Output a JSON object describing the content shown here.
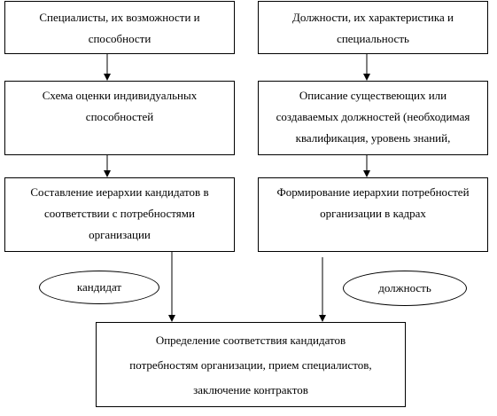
{
  "boxes": {
    "specialists": {
      "lines": [
        "Специалисты, их возможности и",
        "способности"
      ]
    },
    "positions": {
      "lines": [
        "Должности, их характеристика и",
        "специальность"
      ]
    },
    "assessment_scheme": {
      "lines": [
        "Схема оценки индивидуальных",
        "способностей"
      ]
    },
    "positions_description": {
      "lines": [
        "Описание существеющих или",
        "создаваемых должностей (необходимая",
        "квалификация, уровень знаний,"
      ]
    },
    "candidate_hierarchy": {
      "lines": [
        "Составление иерархии кандидатов в",
        "соответствии с потребностями",
        "организации"
      ]
    },
    "needs_hierarchy": {
      "lines": [
        "Формирование иерархии потребностей",
        "организации в кадрах"
      ]
    },
    "matching": {
      "lines": [
        "Определение соответствия кандидатов",
        "потребностям организации, прием специалистов,",
        "заключение контрактов"
      ]
    }
  },
  "labels": {
    "candidate": "кандидат",
    "position": "должность"
  },
  "colors": {
    "line": "#000000",
    "background": "#ffffff"
  }
}
